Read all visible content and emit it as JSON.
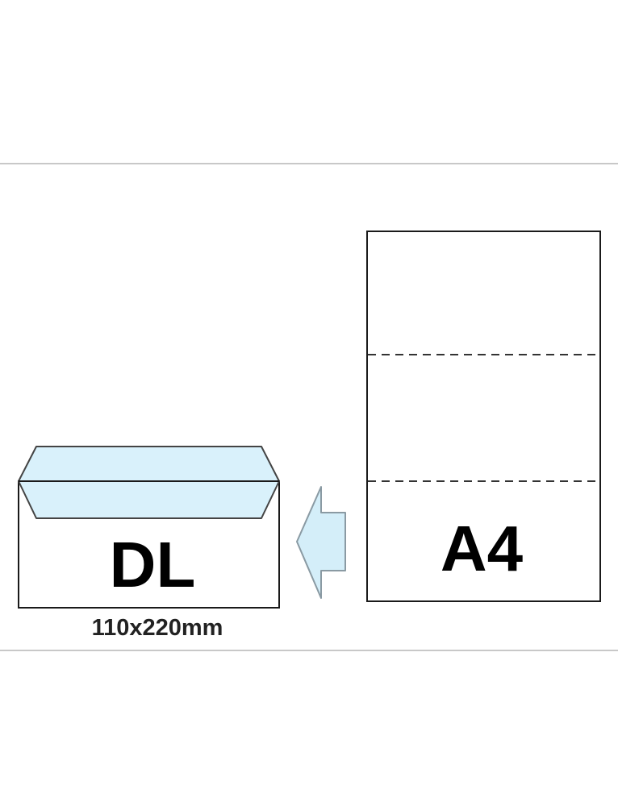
{
  "envelope": {
    "size_label": "DL",
    "dimensions": "110x220mm"
  },
  "paper": {
    "size_label": "A4"
  },
  "colors": {
    "outline": "#1a1a1a",
    "flap_fill": "#d9f1fb",
    "arrow_fill": "#d4eef9",
    "fold_line": "#333333",
    "divider": "#c8c8c8"
  },
  "icons": {
    "arrow": "arrow-left-icon",
    "envelope": "envelope-icon",
    "paper": "paper-sheet-icon"
  }
}
